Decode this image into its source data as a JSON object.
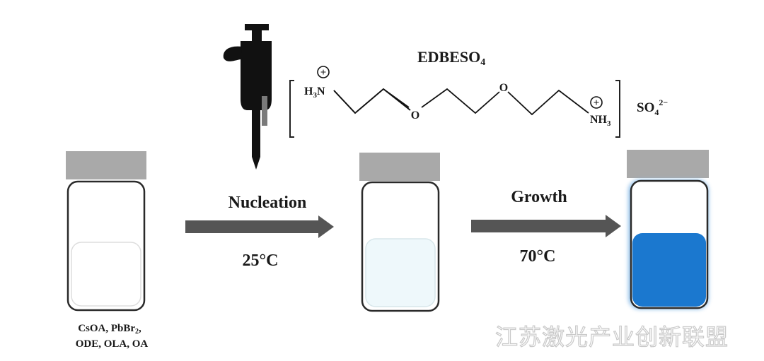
{
  "steps": {
    "step1": {
      "label": "Nucleation",
      "temperature": "25°C"
    },
    "step2": {
      "label": "Growth",
      "temperature": "70°C"
    }
  },
  "precursors": {
    "line1": "CsOA, PbBr",
    "subscript": "2",
    "line1_tail": ",",
    "line2": "ODE, OLA, OA"
  },
  "molecule": {
    "name": "EDBESO",
    "name_sub": "4",
    "left_group": "H",
    "left_group_sub": "3",
    "left_group_tail": "N",
    "right_group": "NH",
    "right_group_sub": "3",
    "oxygen": "O",
    "plus": "+",
    "counter_ion": "SO",
    "counter_ion_sub": "4",
    "counter_ion_sup": "2−"
  },
  "watermark": "江苏激光产业创新联盟",
  "colors": {
    "cap": "#a9a9a9",
    "vial_outline": "#2a2a2a",
    "solution_initial": "#ffffff",
    "solution_nucleated": "#eef8fb",
    "solution_grown": "#1b78cf",
    "arrow": "#555555",
    "pipette": "#111111"
  }
}
